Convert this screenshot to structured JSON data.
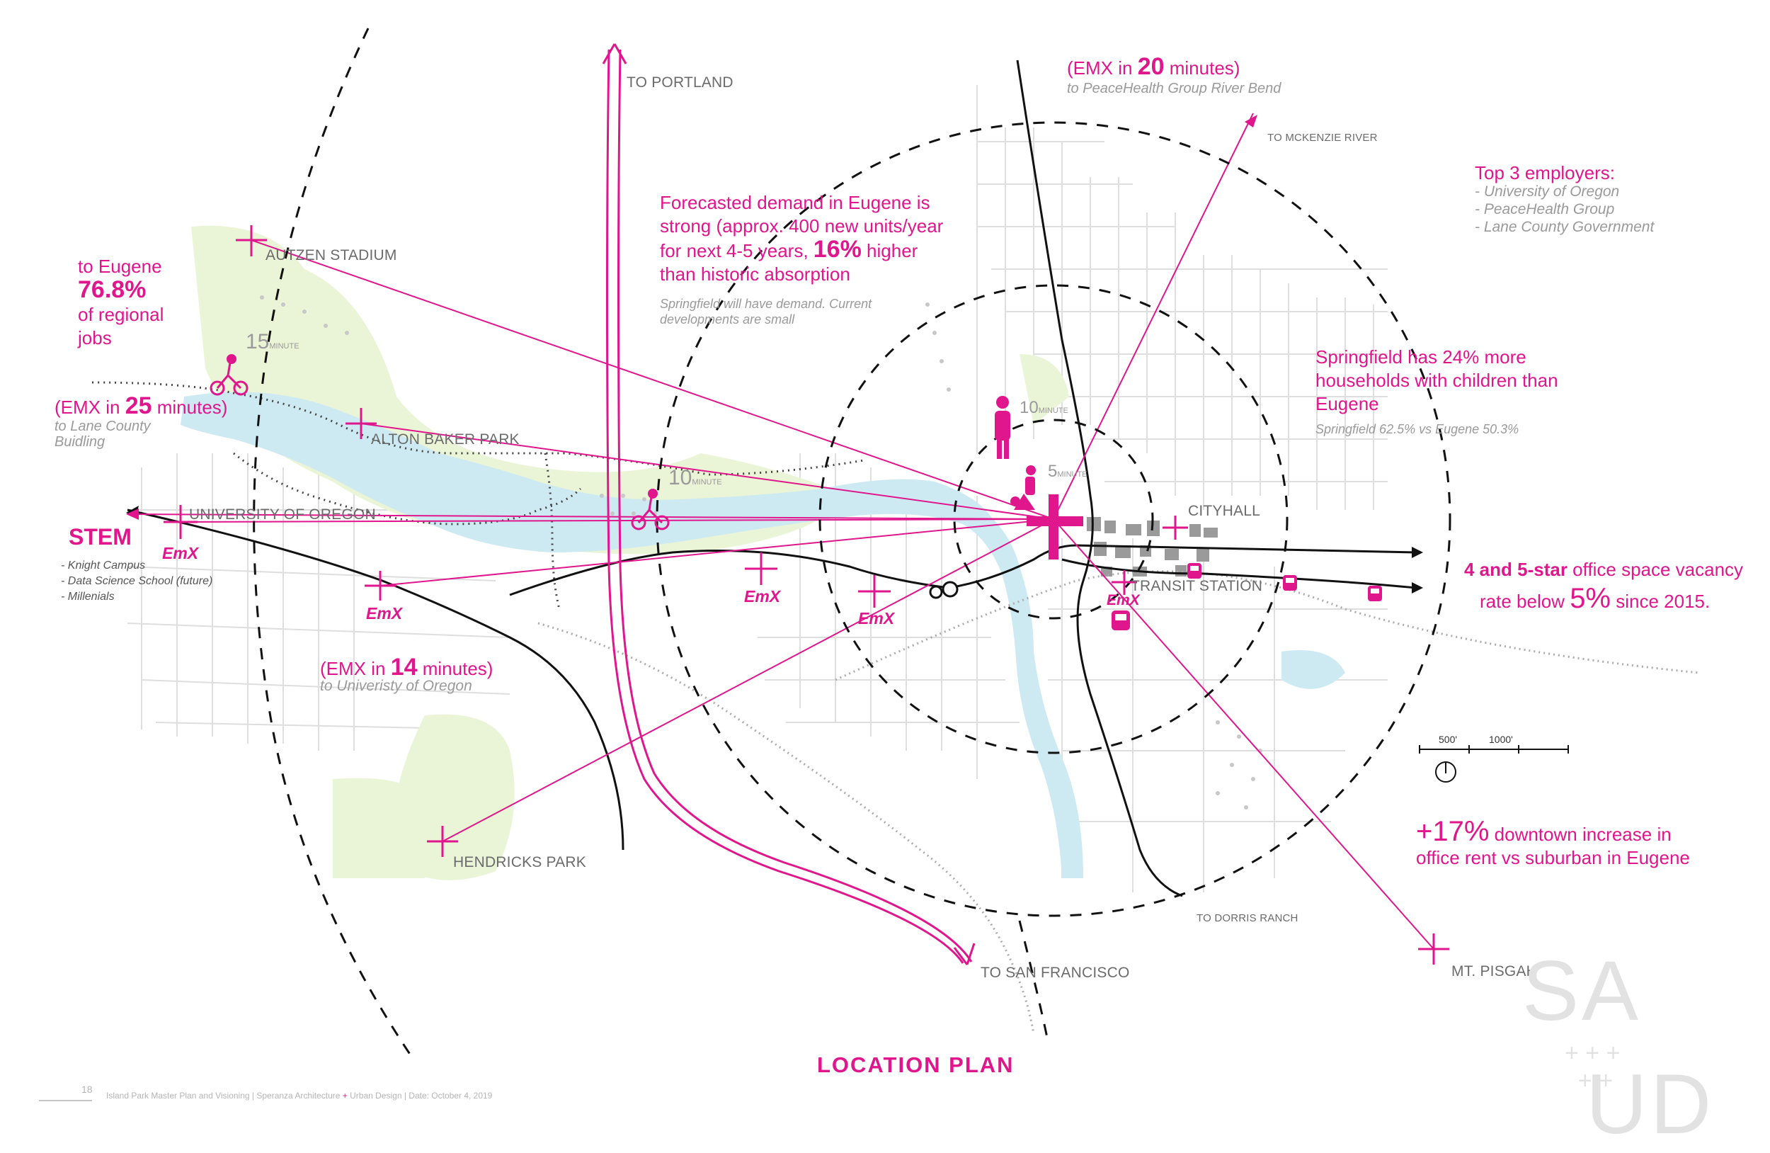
{
  "title": "LOCATION PLAN",
  "destinations": {
    "portland": "TO PORTLAND",
    "san_francisco": "TO SAN FRANCISCO",
    "mckenzie": "TO MCKENZIE RIVER",
    "dorris": "TO DORRIS RANCH"
  },
  "places": {
    "autzen": "AUTZEN STADIUM",
    "alton_baker": "ALTON BAKER PARK",
    "uo": "UNIVERSITY OF OREGON",
    "hendricks": "HENDRICKS PARK",
    "mt_pisgah": "MT. PISGAH",
    "cityhall": "CITYHALL",
    "transit": "TRANSIT STATION"
  },
  "travel": [
    {
      "prefix": "(EMX in ",
      "num": "20",
      "suffix": " minutes)",
      "sub": "to PeaceHealth Group River Bend"
    },
    {
      "prefix": "(EMX in ",
      "num": "25",
      "suffix": " minutes)",
      "sub1": "to Lane County",
      "sub2": "Buidling"
    },
    {
      "prefix": "(EMX in ",
      "num": "14",
      "suffix": " minutes)",
      "sub": "to Univeristy of Oregon"
    }
  ],
  "forecast": {
    "l1": "Forecasted demand in Eugene is",
    "l2": "strong (approx. 400 new units/year",
    "l3a": "for next 4-5 years, ",
    "l3b": "16%",
    "l3c": " higher",
    "l4": "than historic absorption",
    "n1": "Springfield will have demand. Current",
    "n2": "developments are small"
  },
  "employers": {
    "title": "Top 3 employers:",
    "items": [
      "- University of Oregon",
      "- PeaceHealth Group",
      "- Lane County Government"
    ]
  },
  "springfield": {
    "l1": "Springfield has 24% more",
    "l2": "households with children than",
    "l3": "Eugene",
    "note": "Springfield 62.5% vs Eugene 50.3%"
  },
  "jobs": {
    "l1": "to Eugene",
    "pct": "76.8%",
    "l2": "of regional",
    "l3": "jobs"
  },
  "stem": {
    "title": "STEM",
    "items": [
      "- Knight Campus",
      "- Data Science School (future)",
      "- Millenials"
    ]
  },
  "office": {
    "a": "4 and 5-star",
    "b": " office space vacancy",
    "c": "rate below ",
    "d": "5%",
    "e": " since 2015."
  },
  "rent": {
    "a": "+17%",
    "b": " downtown increase in",
    "c": "office rent vs suburban in Eugene"
  },
  "emx_label": "EmX",
  "minutes": {
    "m15": "15",
    "m10a": "10",
    "m10b": "10",
    "m5": "5",
    "unit": "MINUTE"
  },
  "scale": {
    "a": "500'",
    "b": "1000'"
  },
  "footer": {
    "page": "18",
    "text": "Island Park Master Plan and Visioning  |  Speranza Architecture",
    "plus": "+",
    "text2": "Urban Design  |  Date: October 4, 2019"
  },
  "logo": {
    "top": "SA",
    "bottom": "UD"
  },
  "colors": {
    "accent": "#e0168c",
    "water": "#cdeaf2",
    "park": "#eaf4d6",
    "street": "#d7d7d7"
  }
}
